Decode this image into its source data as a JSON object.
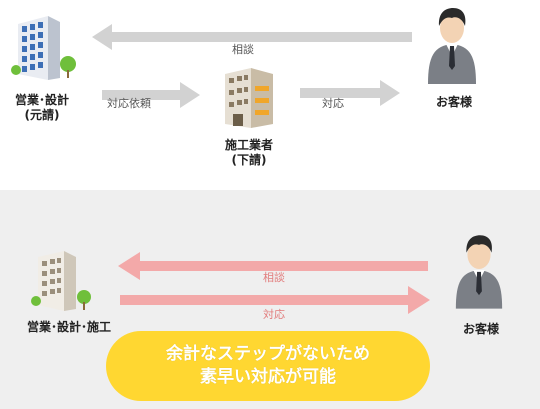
{
  "top": {
    "company_label": "営業･設計\n(元請)",
    "contractor_label": "施工業者\n(下請)",
    "customer_label": "お客様",
    "arrow_consult": "相談",
    "arrow_request": "対応依頼",
    "arrow_respond": "対応"
  },
  "bottom": {
    "company_label": "営業･設計･施工",
    "customer_label": "お客様",
    "arrow_consult": "相談",
    "arrow_respond": "対応",
    "callout_line1": "余計なステップがないため",
    "callout_line2": "素早い対応が可能"
  },
  "colors": {
    "gray_arrow": "#d2d2d2",
    "pink_arrow": "#f3a9a9",
    "callout": "#ffd731",
    "panel": "#efefef"
  },
  "icons": {
    "company": "office-building-icon",
    "contractor": "contractor-building-icon",
    "customer": "businessman-icon"
  }
}
